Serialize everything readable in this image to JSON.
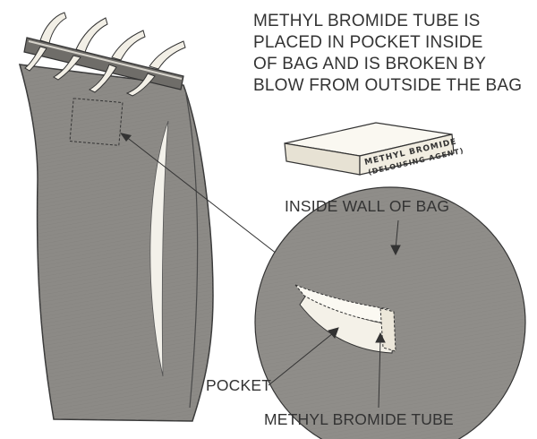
{
  "caption": {
    "lines": [
      "METHYL BROMIDE TUBE IS",
      "PLACED IN POCKET INSIDE",
      "OF BAG AND IS BROKEN BY",
      "BLOW FROM OUTSIDE THE BAG"
    ]
  },
  "tube_label": {
    "line1": "METHYL BROMIDE",
    "line2": "(DELOUSING AGENT)"
  },
  "labels": {
    "inside_wall": "INSIDE WALL OF BAG",
    "pocket": "POCKET",
    "methyl_tube": "METHYL BROMIDE TUBE"
  },
  "colors": {
    "bag": "#8c8a86",
    "outline": "#3a3a3a",
    "tube_face": "#f1ede1",
    "circle": "#8f8d89"
  }
}
